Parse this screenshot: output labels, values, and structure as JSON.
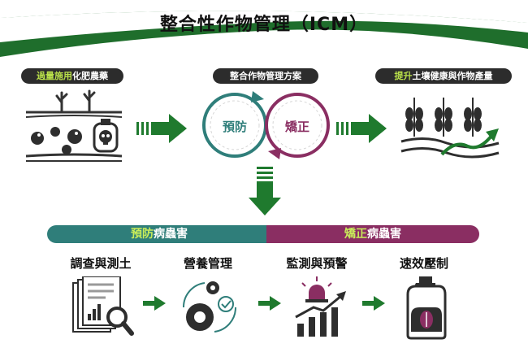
{
  "title": "整合性作物管理（ICM）",
  "top": {
    "left_pill": {
      "highlight": "過量施用",
      "rest": "化肥農藥"
    },
    "middle_pill": "整合作物管理方案",
    "right_pill": {
      "highlight": "提升",
      "rest": "土壤健康與作物產量"
    },
    "circle_left": "預防",
    "circle_right": "矯正"
  },
  "banners": {
    "left": {
      "highlight": "預防",
      "rest": "病蟲害"
    },
    "right": {
      "highlight": "矯正",
      "rest": "病蟲害"
    }
  },
  "steps": [
    {
      "label": "調查與測土",
      "icon": "survey-document-icon"
    },
    {
      "label": "營養管理",
      "icon": "gears-cycle-icon"
    },
    {
      "label": "監測與預警",
      "icon": "alarm-chart-icon"
    },
    {
      "label": "速效壓制",
      "icon": "pesticide-bottle-icon"
    }
  ],
  "colors": {
    "green": "#1f7a2e",
    "teal": "#2f7e7a",
    "magenta": "#8a2e62",
    "lime": "#b9e04a"
  }
}
